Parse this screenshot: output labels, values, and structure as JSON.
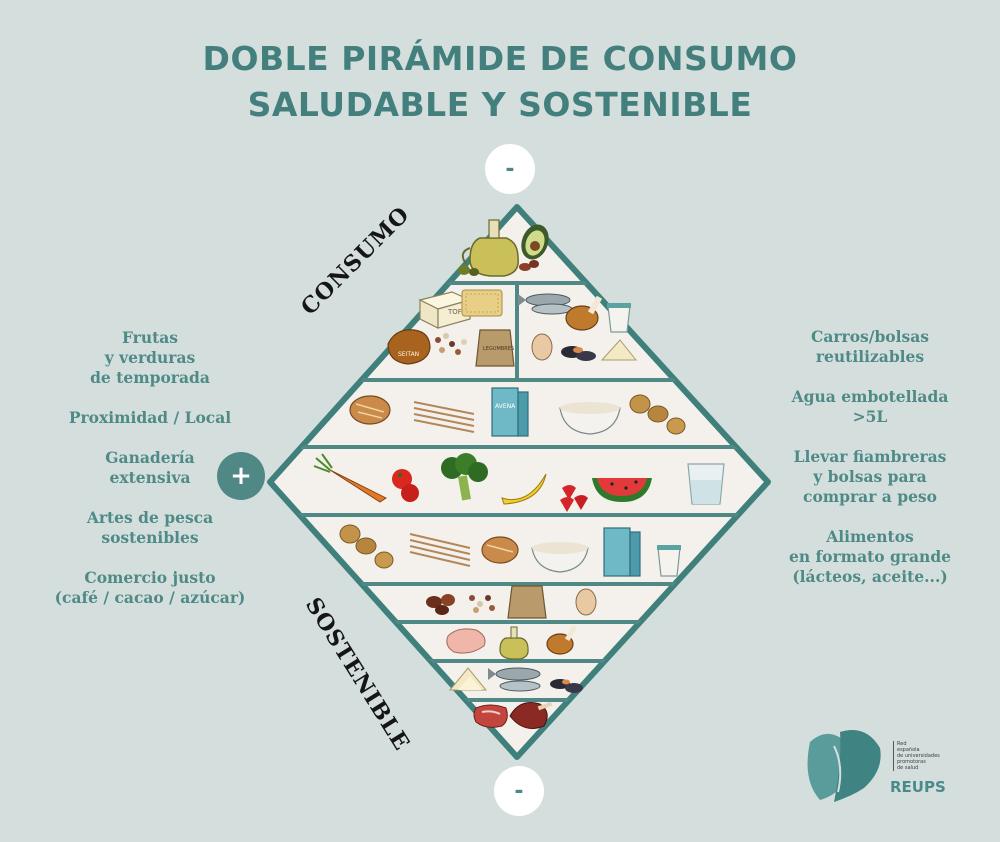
{
  "title": {
    "line1": "DOBLE PIRÁMIDE DE CONSUMO",
    "line2": "SALUDABLE Y SOSTENIBLE"
  },
  "markers": {
    "top": "-",
    "left": "+",
    "bottom": "-"
  },
  "pyramid": {
    "label_top": "CONSUMO",
    "label_bottom": "SOSTENIBLE",
    "levels": [
      {
        "items": [
          "aceite de oliva",
          "aguacate",
          "aceitunas",
          "frutos secos"
        ]
      },
      {
        "items": [
          "tofu",
          "seitán",
          "legumbres",
          "saco de legumbres",
          "pescado",
          "pollo",
          "yogur",
          "huevo",
          "mejillones",
          "queso"
        ]
      },
      {
        "items": [
          "pan",
          "pasta",
          "bebida vegetal",
          "arroz",
          "patatas"
        ]
      },
      {
        "items": [
          "zanahoria",
          "tomates",
          "brócoli",
          "plátano",
          "fresas",
          "sandía",
          "agua"
        ]
      },
      {
        "items": [
          "patatas",
          "pasta",
          "pan",
          "arroz",
          "bebida vegetal",
          "yogur"
        ]
      },
      {
        "items": [
          "frutos secos",
          "legumbres",
          "saco de legumbres",
          "huevo"
        ]
      },
      {
        "items": [
          "carne blanca",
          "aceite de oliva",
          "pollo"
        ]
      },
      {
        "items": [
          "queso",
          "pescado",
          "mejillones"
        ]
      },
      {
        "items": [
          "carne roja",
          "embutido"
        ]
      }
    ],
    "tags": {
      "tofu": "TOFU",
      "seitan": "SEITAN",
      "bebida": "AVENA",
      "saco": "LEGUMBRES"
    }
  },
  "left_list": [
    [
      "Frutas",
      "y verduras",
      "de temporada"
    ],
    [
      "Proximidad / Local"
    ],
    [
      "Ganadería",
      "extensiva"
    ],
    [
      "Artes de pesca",
      "sostenibles"
    ],
    [
      "Comercio justo",
      "(café / cacao / azúcar)"
    ]
  ],
  "right_list": [
    [
      "Carros/bolsas",
      "reutilizables"
    ],
    [
      "Agua embotellada",
      ">5L"
    ],
    [
      "Llevar fiambreras",
      "y bolsas para",
      "comprar a peso"
    ],
    [
      "Alimentos",
      "en formato grande",
      "(lácteos, aceite...)"
    ]
  ],
  "logo": {
    "name": "REUPS",
    "small_lines": [
      "Red",
      "española",
      "de universidades",
      "promotoras",
      "de salud"
    ]
  },
  "colors": {
    "background": "#d4dfdd",
    "accent": "#4f8885",
    "title": "#437f7d",
    "pyramid_fill": "#f4f1ec",
    "pyramid_border": "#3f7f7c"
  }
}
